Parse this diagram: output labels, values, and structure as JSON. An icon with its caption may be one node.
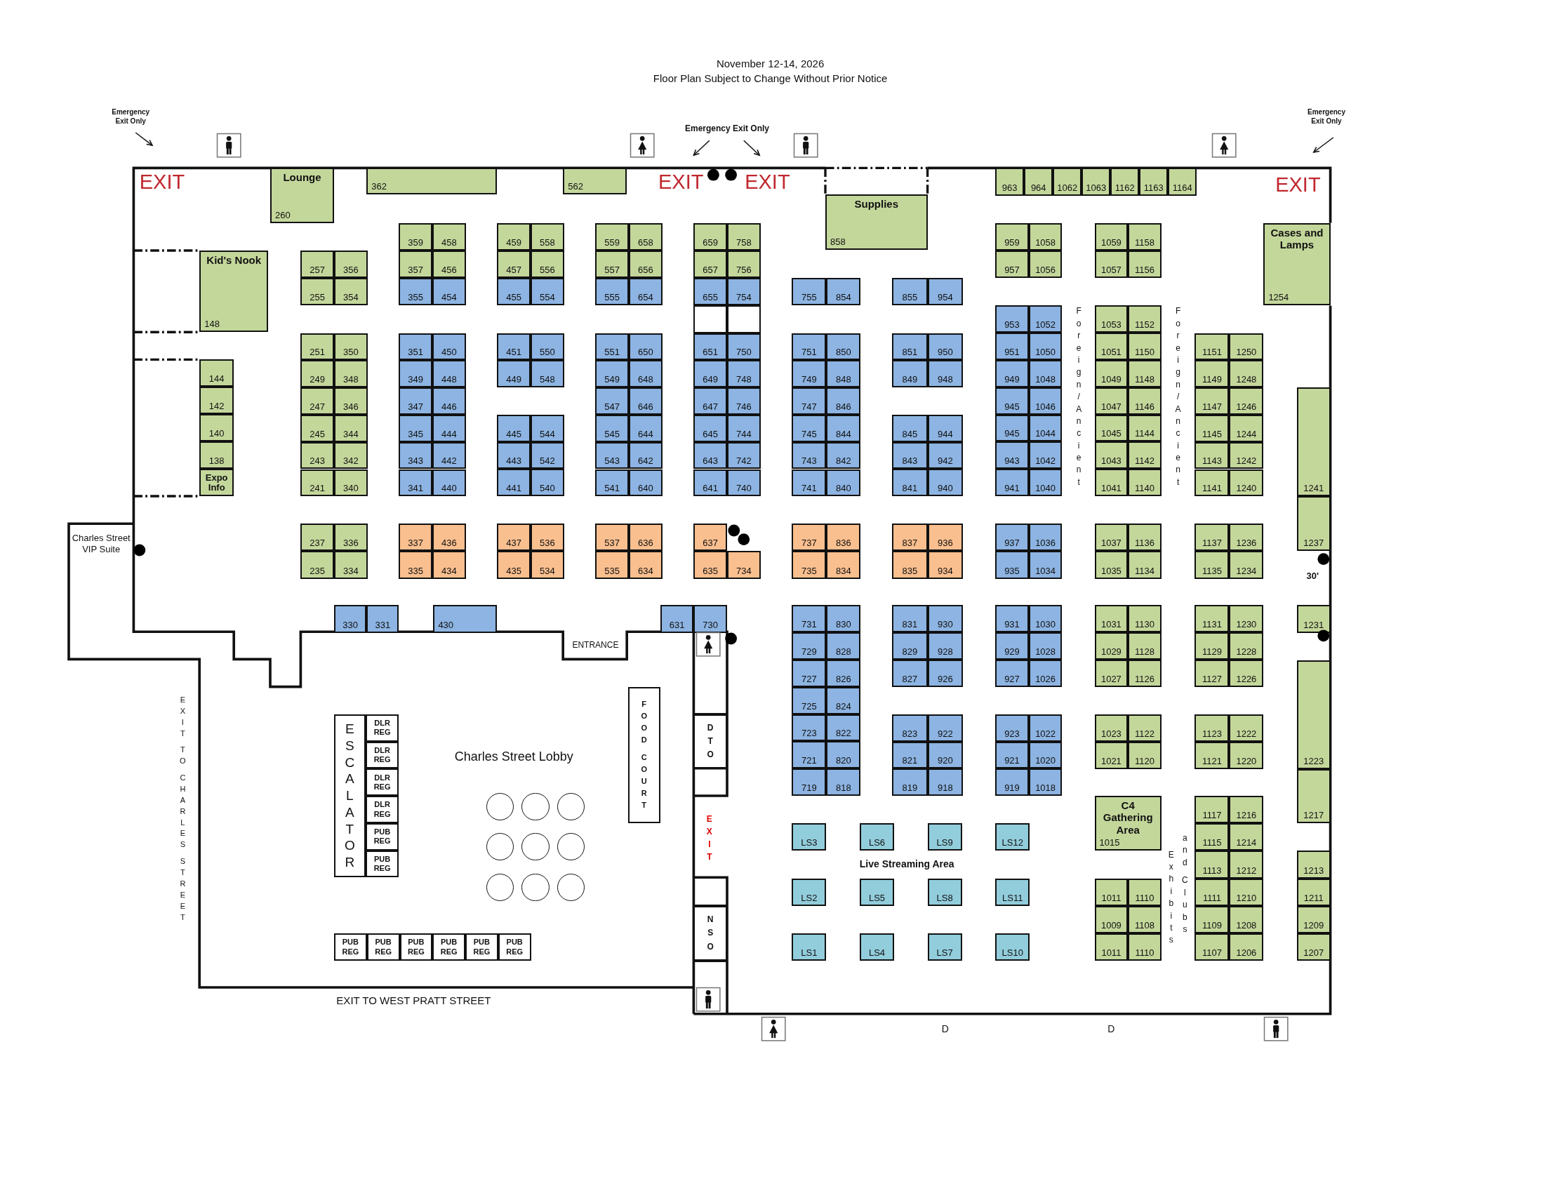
{
  "diagram": {
    "nodes": [
      {
        "text": [
          "Lounge",
          "260"
        ]
      },
      {
        "text": [
          "362"
        ]
      },
      {
        "text": [
          "562"
        ]
      },
      {
        "text": [
          "Supplies",
          "858"
        ]
      },
      {
        "text": [
          "963"
        ]
      },
      {
        "text": [
          "964"
        ]
      },
      {
        "text": [
          "1062"
        ]
      },
      {
        "text": [
          "1063"
        ]
      },
      {
        "text": [
          "1162"
        ]
      },
      {
        "text": [
          "1163"
        ]
      },
      {
        "text": [
          "1164"
        ]
      },
      {
        "text": [
          "Cases and Lamps",
          "1254"
        ]
      },
      {
        "text": [
          "Kid's Nook",
          "148"
        ]
      },
      {
        "text": [
          "257"
        ]
      },
      {
        "text": [
          "356"
        ]
      },
      {
        "text": [
          "255"
        ]
      },
      {
        "text": [
          "354"
        ]
      },
      {
        "text": [
          "251"
        ]
      },
      {
        "text": [
          "350"
        ]
      },
      {
        "text": [
          "249"
        ]
      },
      {
        "text": [
          "348"
        ]
      },
      {
        "text": [
          "247"
        ]
      },
      {
        "text": [
          "346"
        ]
      },
      {
        "text": [
          "245"
        ]
      },
      {
        "text": [
          "344"
        ]
      },
      {
        "text": [
          "243"
        ]
      },
      {
        "text": [
          "342"
        ]
      },
      {
        "text": [
          "241"
        ]
      },
      {
        "text": [
          "340"
        ]
      },
      {
        "text": [
          "144"
        ]
      },
      {
        "text": [
          "142"
        ]
      },
      {
        "text": [
          "140"
        ]
      },
      {
        "text": [
          "138"
        ]
      },
      {
        "text": [
          "Expo Info"
        ]
      },
      {
        "text": [
          "359"
        ]
      },
      {
        "text": [
          "458"
        ]
      },
      {
        "text": [
          "357"
        ]
      },
      {
        "text": [
          "456"
        ]
      },
      {
        "text": [
          "355"
        ]
      },
      {
        "text": [
          "454"
        ]
      },
      {
        "text": [
          "351"
        ]
      },
      {
        "text": [
          "450"
        ]
      },
      {
        "text": [
          "349"
        ]
      },
      {
        "text": [
          "448"
        ]
      },
      {
        "text": [
          "347"
        ]
      },
      {
        "text": [
          "446"
        ]
      },
      {
        "text": [
          "345"
        ]
      },
      {
        "text": [
          "444"
        ]
      },
      {
        "text": [
          "343"
        ]
      },
      {
        "text": [
          "442"
        ]
      },
      {
        "text": [
          "341"
        ]
      },
      {
        "text": [
          "440"
        ]
      },
      {
        "text": [
          "459"
        ]
      },
      {
        "text": [
          "558"
        ]
      },
      {
        "text": [
          "457"
        ]
      },
      {
        "text": [
          "556"
        ]
      },
      {
        "text": [
          "455"
        ]
      },
      {
        "text": [
          "554"
        ]
      },
      {
        "text": [
          "451"
        ]
      },
      {
        "text": [
          "550"
        ]
      },
      {
        "text": [
          "449"
        ]
      },
      {
        "text": [
          "548"
        ]
      },
      {
        "text": [
          "445"
        ]
      },
      {
        "text": [
          "544"
        ]
      },
      {
        "text": [
          "443"
        ]
      },
      {
        "text": [
          "542"
        ]
      },
      {
        "text": [
          "441"
        ]
      },
      {
        "text": [
          "540"
        ]
      },
      {
        "text": [
          "559"
        ]
      },
      {
        "text": [
          "658"
        ]
      },
      {
        "text": [
          "557"
        ]
      },
      {
        "text": [
          "656"
        ]
      },
      {
        "text": [
          "555"
        ]
      },
      {
        "text": [
          "654"
        ]
      },
      {
        "text": [
          "551"
        ]
      },
      {
        "text": [
          "650"
        ]
      },
      {
        "text": [
          "549"
        ]
      },
      {
        "text": [
          "648"
        ]
      },
      {
        "text": [
          "547"
        ]
      },
      {
        "text": [
          "646"
        ]
      },
      {
        "text": [
          "545"
        ]
      },
      {
        "text": [
          "644"
        ]
      },
      {
        "text": [
          "543"
        ]
      },
      {
        "text": [
          "642"
        ]
      },
      {
        "text": [
          "541"
        ]
      },
      {
        "text": [
          "640"
        ]
      },
      {
        "text": [
          "659"
        ]
      },
      {
        "text": [
          "758"
        ]
      },
      {
        "text": [
          "657"
        ]
      },
      {
        "text": [
          "756"
        ]
      },
      {
        "text": [
          "655"
        ]
      },
      {
        "text": [
          "754"
        ]
      },
      {
        "text": [],
        "shape": "box"
      },
      {
        "text": [],
        "shape": "box"
      },
      {
        "text": [
          "651"
        ]
      },
      {
        "text": [
          "750"
        ]
      },
      {
        "text": [
          "649"
        ]
      },
      {
        "text": [
          "748"
        ]
      },
      {
        "text": [
          "647"
        ]
      },
      {
        "text": [
          "746"
        ]
      },
      {
        "text": [
          "645"
        ]
      },
      {
        "text": [
          "744"
        ]
      },
      {
        "text": [
          "643"
        ]
      },
      {
        "text": [
          "742"
        ]
      },
      {
        "text": [
          "641"
        ]
      },
      {
        "text": [
          "740"
        ]
      },
      {
        "text": [
          "755"
        ]
      },
      {
        "text": [
          "854"
        ]
      },
      {
        "text": [
          "751"
        ]
      },
      {
        "text": [
          "850"
        ]
      },
      {
        "text": [
          "749"
        ]
      },
      {
        "text": [
          "848"
        ]
      },
      {
        "text": [
          "747"
        ]
      },
      {
        "text": [
          "846"
        ]
      },
      {
        "text": [
          "745"
        ]
      },
      {
        "text": [
          "844"
        ]
      },
      {
        "text": [
          "743"
        ]
      },
      {
        "text": [
          "842"
        ]
      },
      {
        "text": [
          "741"
        ]
      },
      {
        "text": [
          "840"
        ]
      },
      {
        "text": [
          "855"
        ]
      },
      {
        "text": [
          "954"
        ]
      },
      {
        "text": [
          "851"
        ]
      },
      {
        "text": [
          "950"
        ]
      },
      {
        "text": [
          "849"
        ]
      },
      {
        "text": [
          "948"
        ]
      },
      {
        "text": [
          "845"
        ]
      },
      {
        "text": [
          "944"
        ]
      },
      {
        "text": [
          "843"
        ]
      },
      {
        "text": [
          "942"
        ]
      },
      {
        "text": [
          "841"
        ]
      },
      {
        "text": [
          "940"
        ]
      },
      {
        "text": [
          "959"
        ]
      },
      {
        "text": [
          "1058"
        ]
      },
      {
        "text": [
          "957"
        ]
      },
      {
        "text": [
          "1056"
        ]
      },
      {
        "text": [
          "953"
        ]
      },
      {
        "text": [
          "1052"
        ]
      },
      {
        "text": [
          "951"
        ]
      },
      {
        "text": [
          "1050"
        ]
      },
      {
        "text": [
          "949"
        ]
      },
      {
        "text": [
          "1048"
        ]
      },
      {
        "text": [
          "945"
        ]
      },
      {
        "text": [
          "1046"
        ]
      },
      {
        "text": [
          "945"
        ]
      },
      {
        "text": [
          "1044"
        ]
      },
      {
        "text": [
          "943"
        ]
      },
      {
        "text": [
          "1042"
        ]
      },
      {
        "text": [
          "941"
        ]
      },
      {
        "text": [
          "1040"
        ]
      },
      {
        "text": [
          "1059"
        ]
      },
      {
        "text": [
          "1158"
        ]
      },
      {
        "text": [
          "1057"
        ]
      },
      {
        "text": [
          "1156"
        ]
      },
      {
        "text": [
          "1053"
        ]
      },
      {
        "text": [
          "1152"
        ]
      },
      {
        "text": [
          "1051"
        ]
      },
      {
        "text": [
          "1150"
        ]
      },
      {
        "text": [
          "1049"
        ]
      },
      {
        "text": [
          "1148"
        ]
      },
      {
        "text": [
          "1047"
        ]
      },
      {
        "text": [
          "1146"
        ]
      },
      {
        "text": [
          "1045"
        ]
      },
      {
        "text": [
          "1144"
        ]
      },
      {
        "text": [
          "1043"
        ]
      },
      {
        "text": [
          "1142"
        ]
      },
      {
        "text": [
          "1041"
        ]
      },
      {
        "text": [
          "1140"
        ]
      },
      {
        "text": [
          "1151"
        ]
      },
      {
        "text": [
          "1250"
        ]
      },
      {
        "text": [
          "1149"
        ]
      },
      {
        "text": [
          "1248"
        ]
      },
      {
        "text": [
          "1147"
        ]
      },
      {
        "text": [
          "1246"
        ]
      },
      {
        "text": [
          "1145"
        ]
      },
      {
        "text": [
          "1244"
        ]
      },
      {
        "text": [
          "1143"
        ]
      },
      {
        "text": [
          "1242"
        ]
      },
      {
        "text": [
          "1141"
        ]
      },
      {
        "text": [
          "1240"
        ]
      },
      {
        "text": [
          "1241"
        ]
      },
      {
        "text": [
          "1237"
        ]
      },
      {
        "text": [
          "237"
        ]
      },
      {
        "text": [
          "336"
        ]
      },
      {
        "text": [
          "235"
        ]
      },
      {
        "text": [
          "334"
        ]
      },
      {
        "text": [
          "337"
        ]
      },
      {
        "text": [
          "436"
        ]
      },
      {
        "text": [
          "335"
        ]
      },
      {
        "text": [
          "434"
        ]
      },
      {
        "text": [
          "437"
        ]
      },
      {
        "text": [
          "536"
        ]
      },
      {
        "text": [
          "435"
        ]
      },
      {
        "text": [
          "534"
        ]
      },
      {
        "text": [
          "537"
        ]
      },
      {
        "text": [
          "636"
        ]
      },
      {
        "text": [
          "535"
        ]
      },
      {
        "text": [
          "634"
        ]
      },
      {
        "text": [
          "637"
        ]
      },
      {
        "text": [
          "635"
        ]
      },
      {
        "text": [
          "734"
        ]
      },
      {
        "text": [
          "737"
        ]
      },
      {
        "text": [
          "836"
        ]
      },
      {
        "text": [
          "735"
        ]
      },
      {
        "text": [
          "834"
        ]
      },
      {
        "text": [
          "837"
        ]
      },
      {
        "text": [
          "936"
        ]
      },
      {
        "text": [
          "835"
        ]
      },
      {
        "text": [
          "934"
        ]
      },
      {
        "text": [
          "937"
        ]
      },
      {
        "text": [
          "1036"
        ]
      },
      {
        "text": [
          "935"
        ]
      },
      {
        "text": [
          "1034"
        ]
      },
      {
        "text": [
          "1037"
        ]
      },
      {
        "text": [
          "1136"
        ]
      },
      {
        "text": [
          "1035"
        ]
      },
      {
        "text": [
          "1134"
        ]
      },
      {
        "text": [
          "1137"
        ]
      },
      {
        "text": [
          "1236"
        ]
      },
      {
        "text": [
          "1135"
        ]
      },
      {
        "text": [
          "1234"
        ]
      },
      {
        "text": [
          "330"
        ]
      },
      {
        "text": [
          "331"
        ]
      },
      {
        "text": [
          "430"
        ]
      },
      {
        "text": [
          "631"
        ]
      },
      {
        "text": [
          "730"
        ]
      },
      {
        "text": [
          "731"
        ]
      },
      {
        "text": [
          "830"
        ]
      },
      {
        "text": [
          "729"
        ]
      },
      {
        "text": [
          "828"
        ]
      },
      {
        "text": [
          "727"
        ]
      },
      {
        "text": [
          "826"
        ]
      },
      {
        "text": [
          "725"
        ]
      },
      {
        "text": [
          "824"
        ]
      },
      {
        "text": [
          "723"
        ]
      },
      {
        "text": [
          "822"
        ]
      },
      {
        "text": [
          "721"
        ]
      },
      {
        "text": [
          "820"
        ]
      },
      {
        "text": [
          "719"
        ]
      },
      {
        "text": [
          "818"
        ]
      },
      {
        "text": [
          "831"
        ]
      },
      {
        "text": [
          "930"
        ]
      },
      {
        "text": [
          "829"
        ]
      },
      {
        "text": [
          "928"
        ]
      },
      {
        "text": [
          "827"
        ]
      },
      {
        "text": [
          "926"
        ]
      },
      {
        "text": [
          "823"
        ]
      },
      {
        "text": [
          "922"
        ]
      },
      {
        "text": [
          "821"
        ]
      },
      {
        "text": [
          "920"
        ]
      },
      {
        "text": [
          "819"
        ]
      },
      {
        "text": [
          "918"
        ]
      },
      {
        "text": [
          "931"
        ]
      },
      {
        "text": [
          "1030"
        ]
      },
      {
        "text": [
          "929"
        ]
      },
      {
        "text": [
          "1028"
        ]
      },
      {
        "text": [
          "927"
        ]
      },
      {
        "text": [
          "1026"
        ]
      },
      {
        "text": [
          "923"
        ]
      },
      {
        "text": [
          "1022"
        ]
      },
      {
        "text": [
          "921"
        ]
      },
      {
        "text": [
          "1020"
        ]
      },
      {
        "text": [
          "919"
        ]
      },
      {
        "text": [
          "1018"
        ]
      },
      {
        "text": [
          "1031"
        ]
      },
      {
        "text": [
          "1130"
        ]
      },
      {
        "text": [
          "1029"
        ]
      },
      {
        "text": [
          "1128"
        ]
      },
      {
        "text": [
          "1027"
        ]
      },
      {
        "text": [
          "1126"
        ]
      },
      {
        "text": [
          "1023"
        ]
      },
      {
        "text": [
          "1122"
        ]
      },
      {
        "text": [
          "1021"
        ]
      },
      {
        "text": [
          "1120"
        ]
      },
      {
        "text": [
          "1131"
        ]
      },
      {
        "text": [
          "1230"
        ]
      },
      {
        "text": [
          "1129"
        ]
      },
      {
        "text": [
          "1228"
        ]
      },
      {
        "text": [
          "1127"
        ]
      },
      {
        "text": [
          "1226"
        ]
      },
      {
        "text": [
          "1123"
        ]
      },
      {
        "text": [
          "1222"
        ]
      },
      {
        "text": [
          "1121"
        ]
      },
      {
        "text": [
          "1220"
        ]
      },
      {
        "text": [
          "1231"
        ]
      },
      {
        "text": [
          "1223"
        ]
      },
      {
        "text": [
          "1217"
        ]
      },
      {
        "text": [
          "C4 Gathering Area",
          "1015"
        ]
      },
      {
        "text": [
          "1011"
        ]
      },
      {
        "text": [
          "1110"
        ]
      },
      {
        "text": [
          "1009"
        ]
      },
      {
        "text": [
          "1108"
        ]
      },
      {
        "text": [
          "1011"
        ]
      },
      {
        "text": [
          "1110"
        ]
      },
      {
        "text": [
          "1117"
        ]
      },
      {
        "text": [
          "1216"
        ]
      },
      {
        "text": [
          "1115"
        ]
      },
      {
        "text": [
          "1214"
        ]
      },
      {
        "text": [
          "1113"
        ]
      },
      {
        "text": [
          "1212"
        ]
      },
      {
        "text": [
          "1111"
        ]
      },
      {
        "text": [
          "1210"
        ]
      },
      {
        "text": [
          "1109"
        ]
      },
      {
        "text": [
          "1208"
        ]
      },
      {
        "text": [
          "1107"
        ]
      },
      {
        "text": [
          "1206"
        ]
      },
      {
        "text": [
          "1213"
        ]
      },
      {
        "text": [
          "1211"
        ]
      },
      {
        "text": [
          "1209"
        ]
      },
      {
        "text": [
          "1207"
        ]
      },
      {
        "text": [
          "LS3"
        ]
      },
      {
        "text": [
          "LS6"
        ]
      },
      {
        "text": [
          "LS9"
        ]
      },
      {
        "text": [
          "LS12"
        ]
      },
      {
        "text": [
          "LS2"
        ]
      },
      {
        "text": [
          "LS5"
        ]
      },
      {
        "text": [
          "LS8"
        ]
      },
      {
        "text": [
          "LS11"
        ]
      },
      {
        "text": [
          "LS1"
        ]
      },
      {
        "text": [
          "LS4"
        ]
      },
      {
        "text": [
          "LS7"
        ]
      },
      {
        "text": [
          "LS10"
        ]
      },
      {
        "text": [
          "ESCALATOR"
        ]
      },
      {
        "text": [
          "DLR REG"
        ]
      },
      {
        "text": [
          "DLR REG"
        ]
      },
      {
        "text": [
          "DLR REG"
        ]
      },
      {
        "text": [
          "DLR REG"
        ]
      },
      {
        "text": [
          "PUB REG"
        ]
      },
      {
        "text": [
          "PUB REG"
        ]
      },
      {
        "text": [
          "FOOD COURT"
        ]
      },
      {
        "text": [
          "DTO"
        ]
      },
      {
        "text": [
          "NSO"
        ]
      },
      {
        "text": [
          "PUB REG"
        ]
      },
      {
        "text": [
          "PUB REG"
        ]
      },
      {
        "text": [
          "PUB REG"
        ]
      },
      {
        "text": [
          "PUB REG"
        ]
      },
      {
        "text": [
          "PUB REG"
        ]
      },
      {
        "text": [
          "PUB REG"
        ]
      },
      {
        "text": [],
        "shape": "circle"
      },
      {
        "text": [],
        "shape": "circle"
      },
      {
        "text": [],
        "shape": "circle"
      },
      {
        "text": [],
        "shape": "circle"
      },
      {
        "text": [],
        "shape": "circle"
      },
      {
        "text": [],
        "shape": "circle"
      },
      {
        "text": [],
        "shape": "circle"
      },
      {
        "text": [],
        "shape": "circle"
      },
      {
        "text": [],
        "shape": "circle"
      }
    ],
    "labels": [
      "November 12-14, 2026",
      "Floor Plan Subject to Change Without Prior Notice",
      "Emergency Exit Only",
      "Emergency Exit Only",
      "Emergency Exit Only",
      "EXIT",
      "EXIT",
      "EXIT",
      "EXIT",
      "Foreign/Ancient",
      "Foreign/Ancient",
      "Charles Street VIP Suite",
      "30'",
      "ENTRANCE",
      "Charles Street Lobby",
      "EXIT TO CHARLES STREET",
      "EXIT",
      "Live Streaming Area",
      "Exhibits",
      "and Clubs",
      "EXIT TO WEST PRATT STREET",
      "D",
      "D"
    ]
  }
}
